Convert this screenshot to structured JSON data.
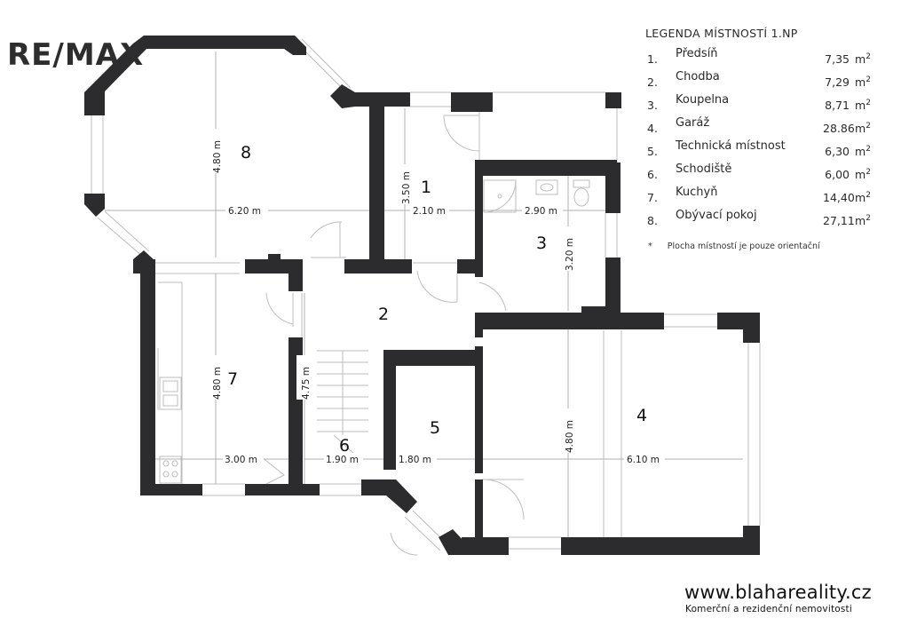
{
  "logo": "RE/MAX",
  "legend": {
    "title": "LEGENDA MÍSTNOSTÍ 1.NP",
    "unit": "m",
    "unit_sup": "2",
    "rows": [
      {
        "num": "1.",
        "name": "Předsíň",
        "area": "7,35"
      },
      {
        "num": "2.",
        "name": "Chodba",
        "area": "7,29"
      },
      {
        "num": "3.",
        "name": "Koupelna",
        "area": "8,71"
      },
      {
        "num": "4.",
        "name": "Garáž",
        "area": "28.86"
      },
      {
        "num": "5.",
        "name": "Technická místnost",
        "area": "6,30"
      },
      {
        "num": "6.",
        "name": "Schodiště",
        "area": "6,00"
      },
      {
        "num": "7.",
        "name": "Kuchyň",
        "area": "14,40"
      },
      {
        "num": "8.",
        "name": "Obývací pokoj",
        "area": "27,11"
      }
    ],
    "note_star": "*",
    "note": "Plocha místností je pouze orientační"
  },
  "rooms": {
    "r1": "1",
    "r2": "2",
    "r3": "3",
    "r4": "4",
    "r5": "5",
    "r6": "6",
    "r7": "7",
    "r8": "8"
  },
  "dimensions": {
    "d8_h": "4.80 m",
    "d8_w": "6.20 m",
    "d1_h": "3.50 m",
    "d1_w": "2.10 m",
    "d3_w": "2.90 m",
    "d3_h": "3.20 m",
    "d7_h": "4.80 m",
    "d7_w": "3.00 m",
    "d6_h": "4.75 m",
    "d6_w": "1.90 m",
    "d5_w": "1.80 m",
    "d4_h": "4.80 m",
    "d4_w": "6.10 m"
  },
  "footer": {
    "web": "www.blahareality.cz",
    "tagline": "Komerční a rezidenční nemovitosti"
  }
}
